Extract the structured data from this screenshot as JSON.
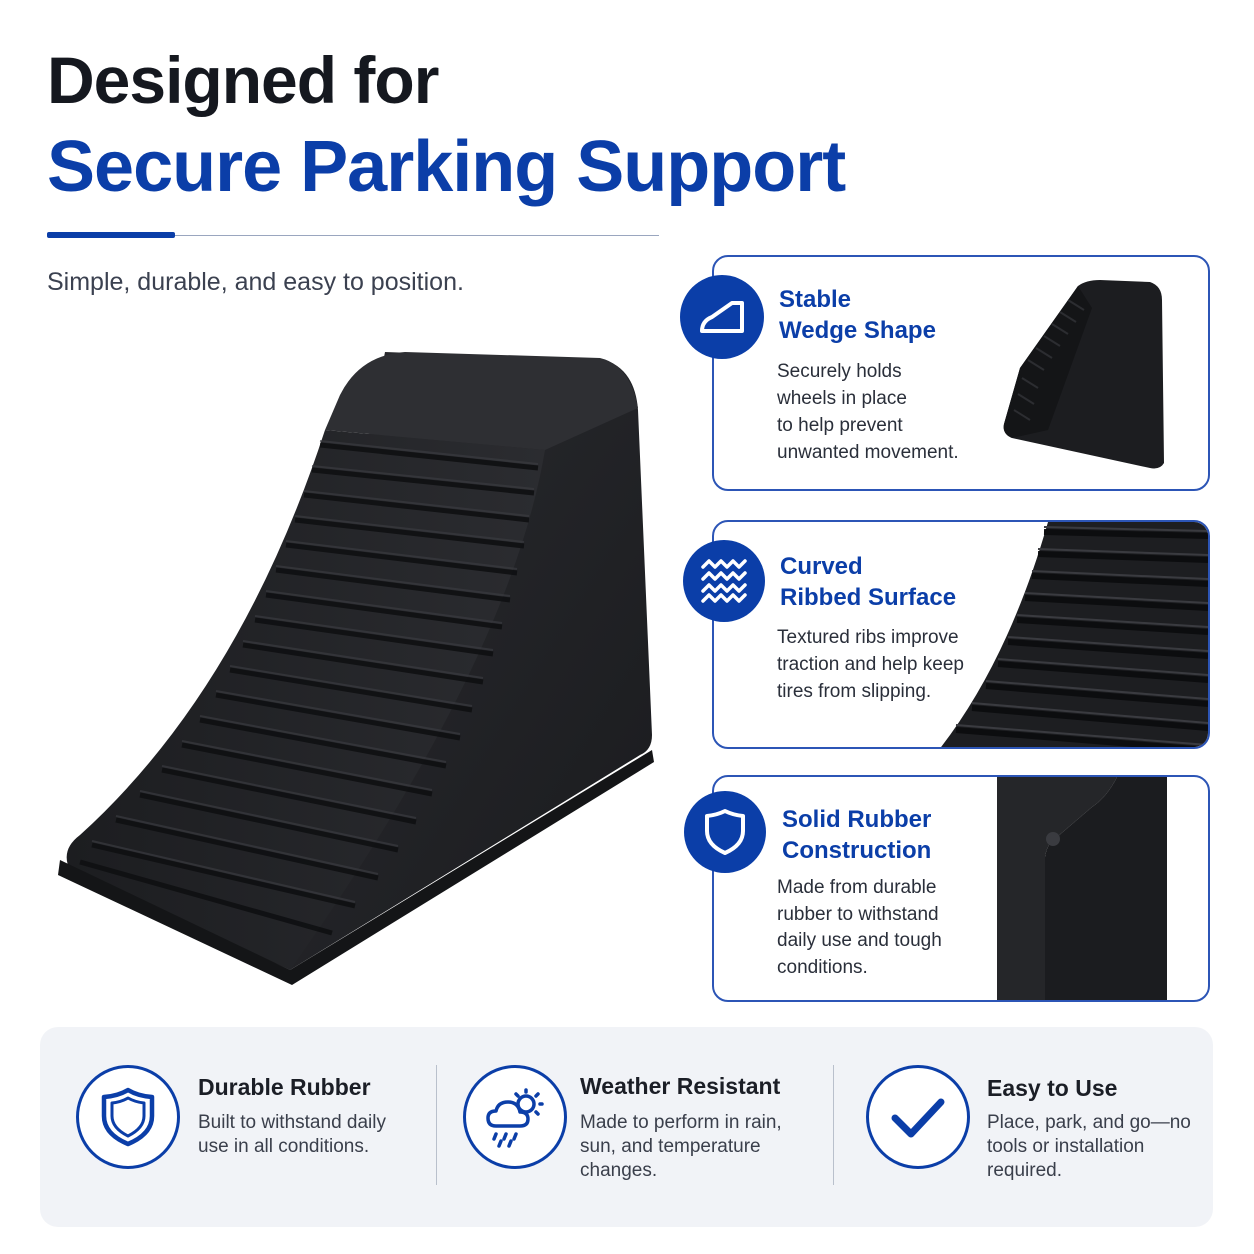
{
  "header": {
    "title_line1": "Designed for",
    "title_line2": "Secure Parking Support",
    "subtitle": "Simple, durable, and easy to position."
  },
  "colors": {
    "brand_blue": "#0b3ea8",
    "title_dark": "#15181f",
    "rubber_black": "#1e1f22",
    "panel_bg": "#f1f3f7"
  },
  "features": [
    {
      "icon": "wedge-icon",
      "title_lines": [
        "Stable",
        "Wedge Shape"
      ],
      "body_lines": [
        "Securely holds",
        "wheels in place",
        "to help prevent",
        "unwanted movement."
      ]
    },
    {
      "icon": "waves-icon",
      "title_lines": [
        "Curved",
        "Ribbed Surface"
      ],
      "body_lines": [
        "Textured ribs improve",
        "traction and help keep",
        "tires from slipping."
      ]
    },
    {
      "icon": "shield-icon",
      "title_lines": [
        "Solid Rubber",
        "Construction"
      ],
      "body_lines": [
        "Made from durable",
        "rubber to withstand",
        "daily use and tough",
        "conditions."
      ]
    }
  ],
  "benefits": [
    {
      "icon": "shield-icon",
      "title": "Durable Rubber",
      "body_lines": [
        "Built to withstand daily",
        "use in all conditions."
      ]
    },
    {
      "icon": "weather-icon",
      "title": "Weather Resistant",
      "body_lines": [
        "Made to perform in rain,",
        "sun, and temperature",
        "changes."
      ]
    },
    {
      "icon": "checkmark-icon",
      "title": "Easy to Use",
      "body_lines": [
        "Place, park, and go—no",
        "tools or installation",
        "required."
      ]
    }
  ]
}
